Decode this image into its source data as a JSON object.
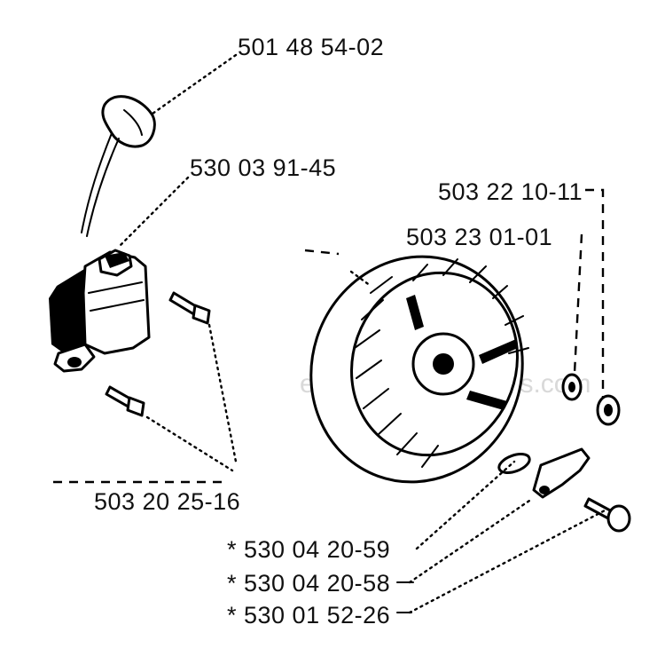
{
  "watermark": "eReplacementParts.com",
  "callouts": [
    {
      "id": "spark-plug-cap",
      "label": "501 48 54-02"
    },
    {
      "id": "ignition-module",
      "label": "530 03 91-45"
    },
    {
      "id": "flywheel-nut-a",
      "label": "503 22 10-11"
    },
    {
      "id": "flywheel-washer",
      "label": "503 23 01-01"
    },
    {
      "id": "module-screws",
      "label": "503 20 25-16"
    },
    {
      "id": "key",
      "label": "* 530 04 20-59"
    },
    {
      "id": "pawl",
      "label": "* 530 04 20-58"
    },
    {
      "id": "pawl-screw",
      "label": "* 530 01 52-26"
    }
  ]
}
